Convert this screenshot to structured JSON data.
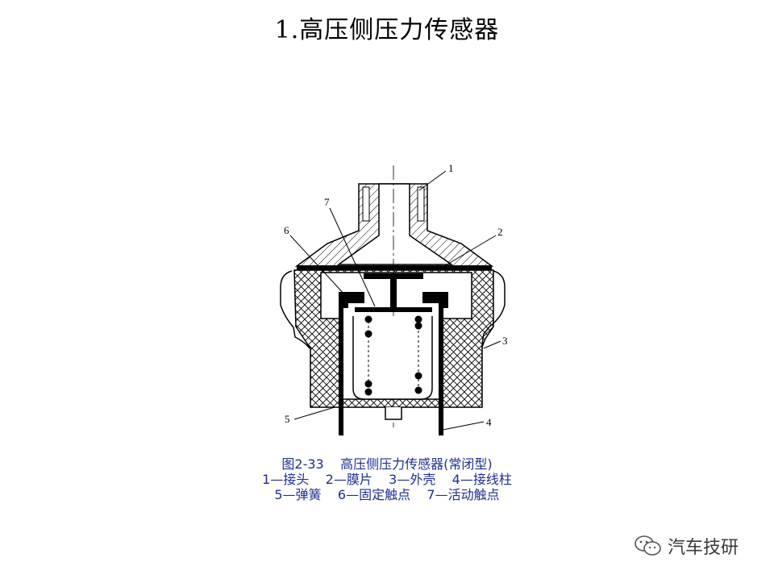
{
  "title": "1.高压侧压力传感器",
  "diagram": {
    "part_labels": [
      "1",
      "2",
      "3",
      "4",
      "5",
      "6",
      "7"
    ]
  },
  "caption": {
    "line1": "图2-33    高压侧压力传感器(常闭型)",
    "line2": "1—接头    2—膜片    3—外壳    4—接线柱",
    "line3": "5—弹簧    6—固定触点    7—活动触点"
  },
  "watermark": {
    "text": "汽车技研",
    "icon": "wechat-icon"
  }
}
